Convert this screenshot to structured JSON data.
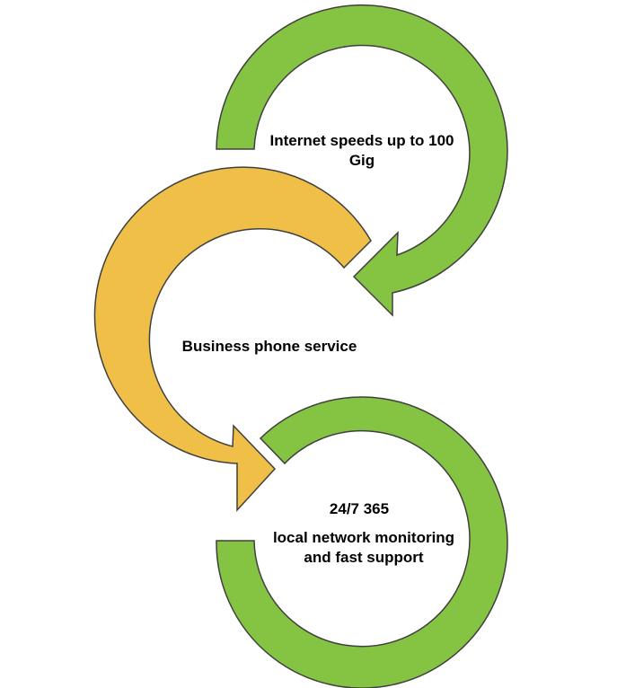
{
  "colors": {
    "green": "#85c443",
    "yellow": "#efbf48",
    "outline": "#3f3f3f"
  },
  "steps": [
    {
      "label": "Internet speeds up to 100 Gig",
      "color": "green"
    },
    {
      "label": "Business phone service",
      "color": "yellow"
    },
    {
      "label_top": "24/7 365",
      "label": "local network monitoring and fast support",
      "color": "green"
    }
  ]
}
